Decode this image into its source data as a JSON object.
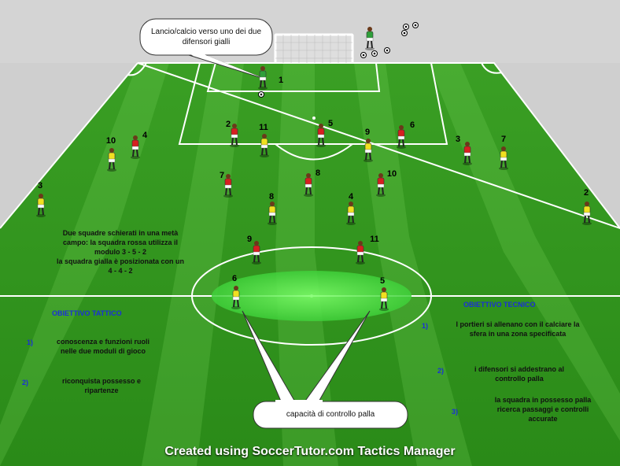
{
  "callouts": {
    "top": "Lancio/calcio verso uno dei due difensori gialli",
    "bottom": "capacità di controllo palla"
  },
  "description": {
    "line1": "Due squadre schierati in una metà",
    "line2": "campo: la squadra rossa utilizza il",
    "line3": "modulo 3 - 5 - 2",
    "line4": "la squadra gialla è posizionata con un",
    "line5": "4 - 4 - 2"
  },
  "tactical": {
    "title": "OBIETTIVO TATTICO",
    "items": [
      {
        "num": "1)",
        "line1": "conoscenza e funzioni ruoli",
        "line2": "nelle due moduli di gioco"
      },
      {
        "num": "2)",
        "line1": "riconquista possesso e",
        "line2": "ripartenze"
      }
    ]
  },
  "technical": {
    "title": "OBIETTIVO TECNICO",
    "items": [
      {
        "num": "1)",
        "line1": "I portieri si allenano con il calciare la",
        "line2": "sfera in una zona specificata"
      },
      {
        "num": "2)",
        "line1": "i difensori si addestrano al",
        "line2": "controllo palla"
      },
      {
        "num": "3)",
        "line1": "la squadra in possesso palla",
        "line2": "ricerca passaggi e controlli",
        "line3": "accurate"
      }
    ]
  },
  "footer": "Created using SoccerTutor.com Tactics Manager",
  "players": {
    "goalkeeper": "1",
    "red": [
      "2",
      "5",
      "6",
      "4",
      "3",
      "7",
      "8",
      "10",
      "9",
      "11"
    ],
    "yellow": [
      "11",
      "9",
      "10",
      "7",
      "3",
      "8",
      "4",
      "2",
      "6",
      "5"
    ]
  },
  "colors": {
    "grass_dark": "#2f9a1c",
    "grass_light": "#3fb12a",
    "red_team": "#d62020",
    "yellow_team": "#f0e020",
    "keeper": "#2f9f3a",
    "highlight": "#5cf05c",
    "text_blue": "#1a2fd8"
  }
}
